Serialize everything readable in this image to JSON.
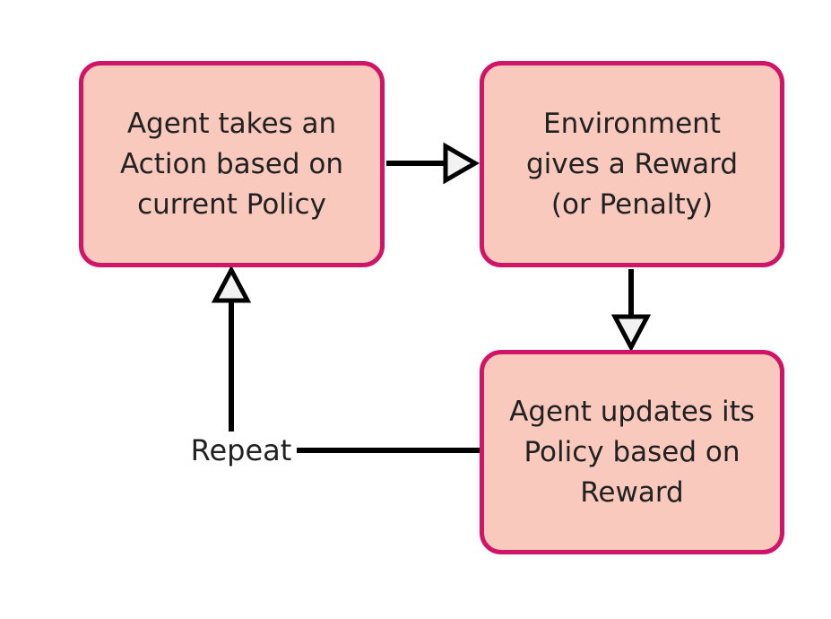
{
  "diagram": {
    "type": "flowchart",
    "background": "#ffffff",
    "colors": {
      "background": "#ffffff",
      "node_fill": "#f9c9bd",
      "node_border": "#d01468",
      "connector": "#000000",
      "arrowhead_fill": "#f2f2f2",
      "text": "#212121"
    },
    "nodes": [
      {
        "id": "agent-action",
        "lines": [
          "Agent takes an",
          "Action based on",
          "current Policy"
        ]
      },
      {
        "id": "environment-reward",
        "lines": [
          "Environment",
          "gives a Reward",
          "(or Penalty)"
        ]
      },
      {
        "id": "agent-update",
        "lines": [
          "Agent updates its",
          "Policy based on",
          "Reward"
        ]
      }
    ],
    "edges": [
      {
        "from": "agent-action",
        "to": "environment-reward",
        "style": "open-triangle-arrow",
        "direction": "right"
      },
      {
        "from": "environment-reward",
        "to": "agent-update",
        "style": "open-triangle-arrow",
        "direction": "down"
      },
      {
        "from": "repeat",
        "to": "agent-action",
        "style": "open-triangle-arrow",
        "direction": "up"
      },
      {
        "from": "agent-update",
        "to": "repeat",
        "style": "plain-line",
        "direction": "left"
      }
    ],
    "labels": [
      {
        "id": "repeat",
        "text": "Repeat"
      }
    ]
  }
}
